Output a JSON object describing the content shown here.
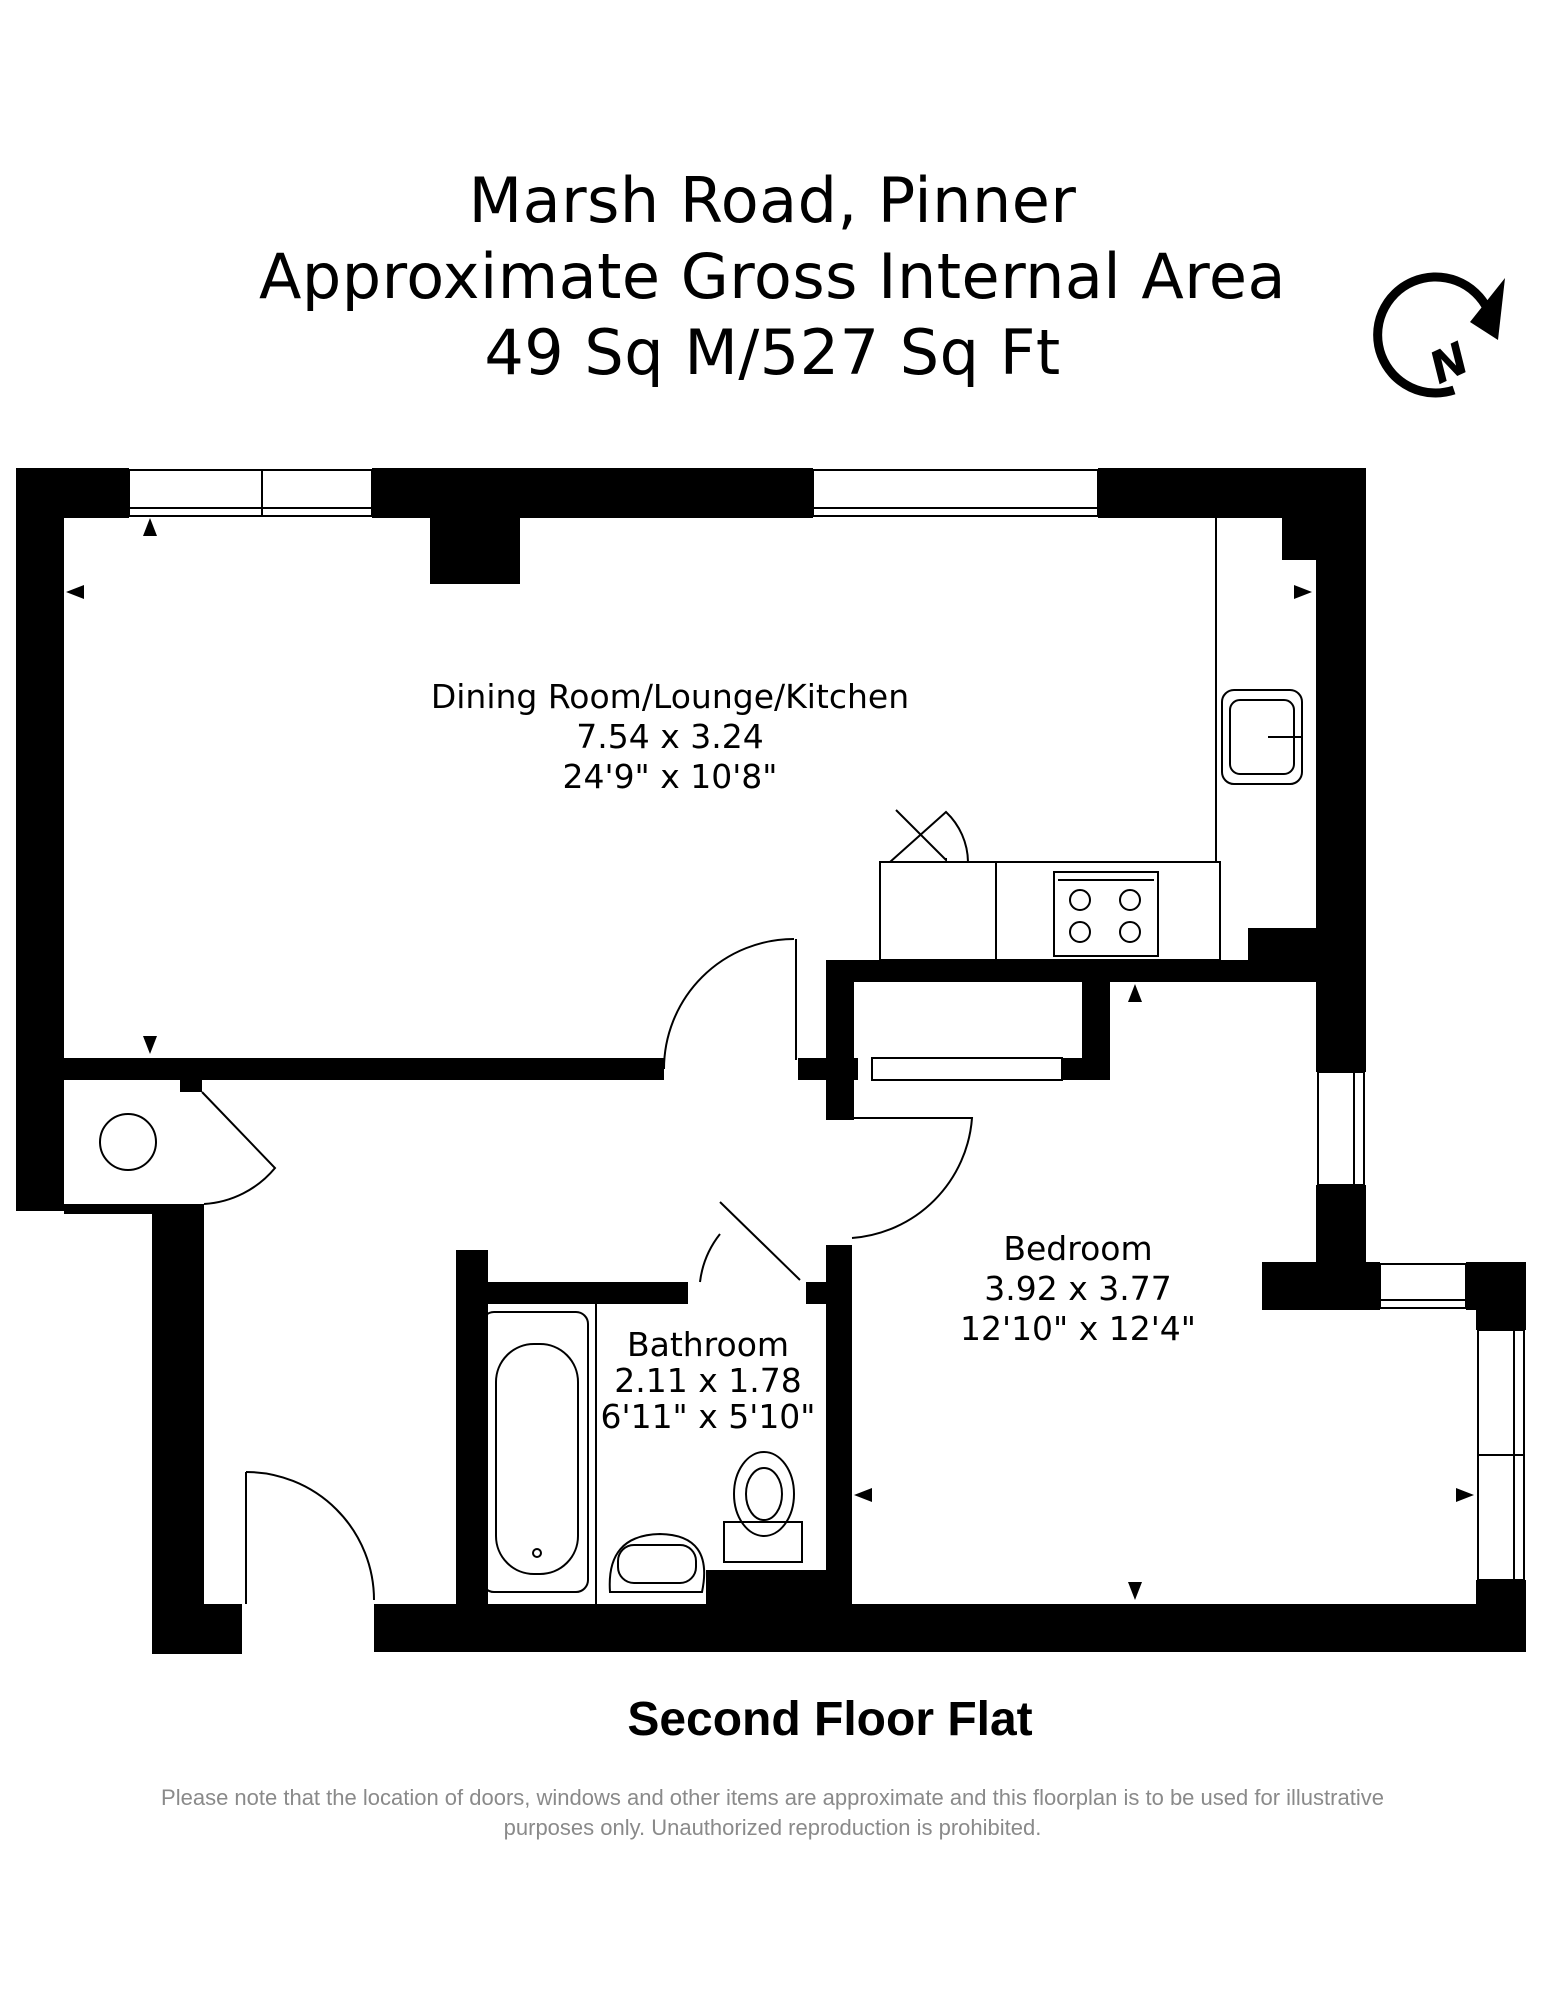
{
  "title_lines": [
    "Marsh Road, Pinner",
    "Approximate Gross Internal Area",
    "49 Sq M/527 Sq Ft"
  ],
  "compass_letter": "N",
  "rooms": {
    "living": {
      "name": "Dining Room/Lounge/Kitchen",
      "metric": "7.54 x 3.24",
      "imperial": "24'9\" x 10'8\""
    },
    "bedroom": {
      "name": "Bedroom",
      "metric": "3.92 x 3.77",
      "imperial": "12'10\" x 12'4\""
    },
    "bathroom": {
      "name": "Bathroom",
      "metric": "2.11 x 1.78",
      "imperial": "6'11\" x 5'10\""
    }
  },
  "floor_label": "Second Floor Flat",
  "disclaimer_lines": [
    "Please note that the location of doors, windows and other items are approximate and this floorplan is to be used for illustrative",
    "purposes only. Unauthorized reproduction is prohibited."
  ],
  "colors": {
    "wall": "#000000",
    "line": "#000000",
    "background": "#ffffff",
    "disclaimer": "#8a8a8a"
  }
}
